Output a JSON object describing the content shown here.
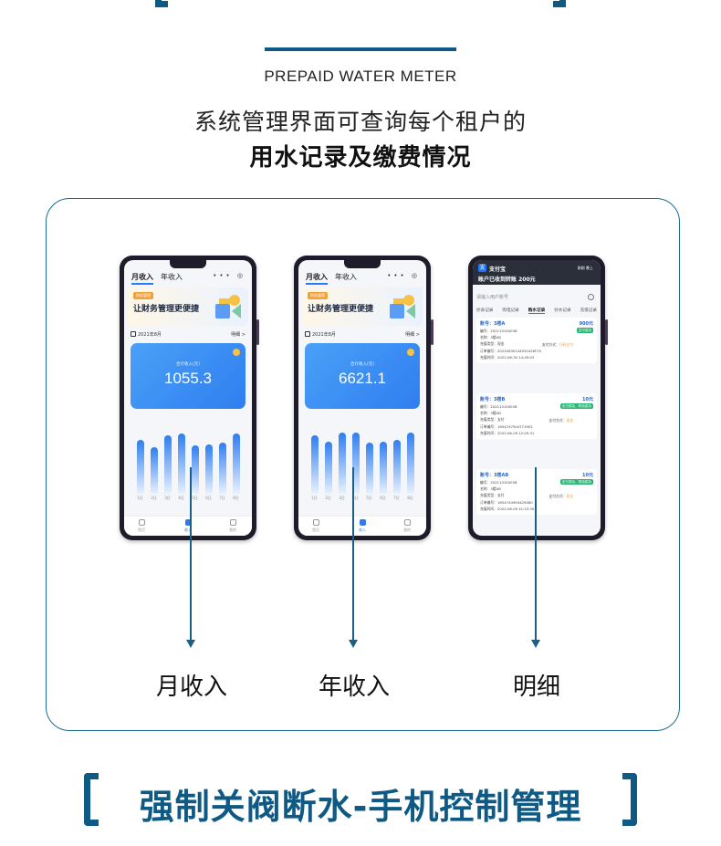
{
  "header": {
    "subtitle_en": "PREPAID WATER METER",
    "title_line1": "系统管理界面可查询每个租户的",
    "title_line2": "用水记录及缴费情况"
  },
  "phone_monthly": {
    "tabs": [
      "月收入",
      "年收入"
    ],
    "active_tab": "月收入",
    "banner_tag": "财务管理",
    "banner_slogan": "让财务管理更便捷",
    "date": "2021年8月",
    "detail_link": "明细 >",
    "card_label": "合计收入(元)",
    "card_value": "1055.3",
    "bar_labels": [
      "1日",
      "2日",
      "3日",
      "4日",
      "5日",
      "6日",
      "7日",
      "8日"
    ],
    "bar_levels": [
      0.72,
      0.62,
      0.78,
      0.8,
      0.65,
      0.66,
      0.68,
      0.8
    ],
    "nav": [
      "首页",
      "收入",
      "我的"
    ]
  },
  "phone_yearly": {
    "tabs": [
      "月收入",
      "年收入"
    ],
    "active_tab": "年收入",
    "banner_tag": "财务管理",
    "banner_slogan": "让财务管理更便捷",
    "date": "2021年8月",
    "detail_link": "明细 >",
    "card_label": "合计收入(元)",
    "card_value": "6621.1",
    "bar_labels": [
      "1日",
      "2日",
      "3日",
      "4日",
      "5日",
      "6日",
      "7日",
      "8日"
    ],
    "bar_levels": [
      0.78,
      0.7,
      0.82,
      0.82,
      0.68,
      0.7,
      0.72,
      0.82
    ],
    "nav": [
      "首页",
      "收入",
      "我的"
    ]
  },
  "phone_details": {
    "app_name": "支付宝",
    "time": "刚刚 晚上",
    "notification": "账户已收到转账 200元",
    "search_placeholder": "请输入用户账号",
    "tabs": [
      "抄表记录",
      "购电记录",
      "购水记录",
      "抄水记录",
      "充值记录"
    ],
    "active_tab": "购水记录",
    "records": [
      {
        "account": "账号：3楼A",
        "amount": "900元",
        "status": "支付成功",
        "no": "编号：202110150038",
        "name": "名称：3楼AB",
        "pay_type": "充值类型：现金",
        "pay_method": "支付方式：",
        "pay_method_value": "扫码支付",
        "order": "订单编号：20220630144932426F25",
        "time": "充值时间：2022-06-30 14:49:03"
      },
      {
        "account": "账号：3楼B",
        "amount": "10元",
        "status": "支付成功，购电成功",
        "no": "编号：202110150038",
        "name": "名称：3楼AB",
        "pay_type": "充值类型：支付",
        "pay_method": "支付方式：",
        "pay_method_value": "现金",
        "order": "订单编号：1654747504771902",
        "time": "充值时间：2022-06-09 12:05:31"
      },
      {
        "account": "账号：3楼AB",
        "amount": "10元",
        "status": "支付成功，购电成功",
        "no": "编号：202110150038",
        "name": "名称：3楼AB",
        "pay_type": "充值类型：支付",
        "pay_method": "支付方式：",
        "pay_method_value": "现金",
        "order": "订单编号：1654744994429480",
        "time": "充值时间：2022-06-09 11:23:30"
      }
    ]
  },
  "captions": [
    "月收入",
    "年收入",
    "明细"
  ],
  "footer_title": "强制关阀断水-手机控制管理",
  "colors": {
    "brand": "#0e5a84",
    "accent": "#2e7bf0",
    "success": "#2bb673"
  }
}
